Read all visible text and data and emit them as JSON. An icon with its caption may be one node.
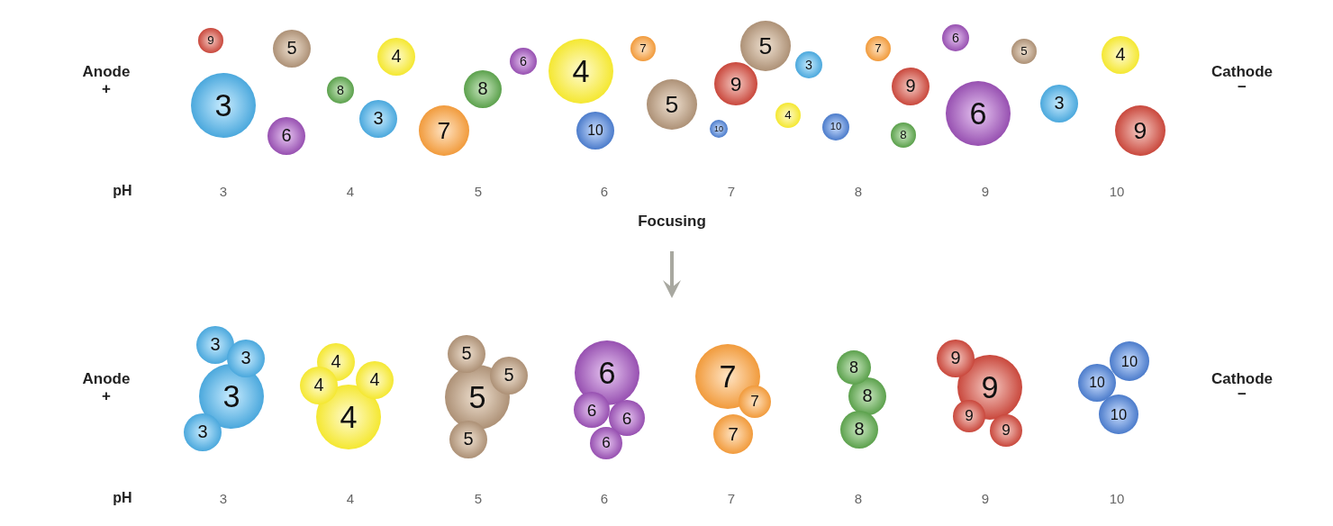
{
  "diagram": {
    "nodes": [
      {
        "text": [
          "9"
        ]
      },
      {
        "text": [
          "3"
        ]
      },
      {
        "text": [
          "5"
        ]
      },
      {
        "text": [
          "6"
        ]
      },
      {
        "text": [
          "8"
        ]
      },
      {
        "text": [
          "4"
        ]
      },
      {
        "text": [
          "3"
        ]
      },
      {
        "text": [
          "7"
        ]
      },
      {
        "text": [
          "8"
        ]
      },
      {
        "text": [
          "6"
        ]
      },
      {
        "text": [
          "4"
        ]
      },
      {
        "text": [
          "10"
        ]
      },
      {
        "text": [
          "7"
        ]
      },
      {
        "text": [
          "5"
        ]
      },
      {
        "text": [
          "10"
        ]
      },
      {
        "text": [
          "9"
        ]
      },
      {
        "text": [
          "5"
        ]
      },
      {
        "text": [
          "3"
        ]
      },
      {
        "text": [
          "4"
        ]
      },
      {
        "text": [
          "10"
        ]
      },
      {
        "text": [
          "7"
        ]
      },
      {
        "text": [
          "9"
        ]
      },
      {
        "text": [
          "8"
        ]
      },
      {
        "text": [
          "6"
        ]
      },
      {
        "text": [
          "6"
        ]
      },
      {
        "text": [
          "5"
        ]
      },
      {
        "text": [
          "3"
        ]
      },
      {
        "text": [
          "4"
        ]
      },
      {
        "text": [
          "9"
        ]
      },
      {
        "text": [
          "3"
        ]
      },
      {
        "text": [
          "3"
        ]
      },
      {
        "text": [
          "3"
        ]
      },
      {
        "text": [
          "3"
        ]
      },
      {
        "text": [
          "4"
        ]
      },
      {
        "text": [
          "4"
        ]
      },
      {
        "text": [
          "4"
        ]
      },
      {
        "text": [
          "4"
        ]
      },
      {
        "text": [
          "5"
        ]
      },
      {
        "text": [
          "5"
        ]
      },
      {
        "text": [
          "5"
        ]
      },
      {
        "text": [
          "5"
        ]
      },
      {
        "text": [
          "6"
        ]
      },
      {
        "text": [
          "6"
        ]
      },
      {
        "text": [
          "6"
        ]
      },
      {
        "text": [
          "6"
        ]
      },
      {
        "text": [
          "7"
        ]
      },
      {
        "text": [
          "7"
        ]
      },
      {
        "text": [
          "7"
        ]
      },
      {
        "text": [
          "8"
        ]
      },
      {
        "text": [
          "8"
        ]
      },
      {
        "text": [
          "8"
        ]
      },
      {
        "text": [
          "9"
        ]
      },
      {
        "text": [
          "9"
        ]
      },
      {
        "text": [
          "9"
        ]
      },
      {
        "text": [
          "9"
        ]
      },
      {
        "text": [
          "10"
        ]
      },
      {
        "text": [
          "10"
        ]
      },
      {
        "text": [
          "10"
        ]
      }
    ],
    "labels": [
      "Anode",
      "+",
      "Cathode",
      "−",
      "pH",
      "3",
      "4",
      "5",
      "6",
      "7",
      "8",
      "9",
      "10",
      "Focusing",
      "Anode",
      "+",
      "Cathode",
      "−",
      "pH",
      "3",
      "4",
      "5",
      "6",
      "7",
      "8",
      "9",
      "10"
    ]
  }
}
